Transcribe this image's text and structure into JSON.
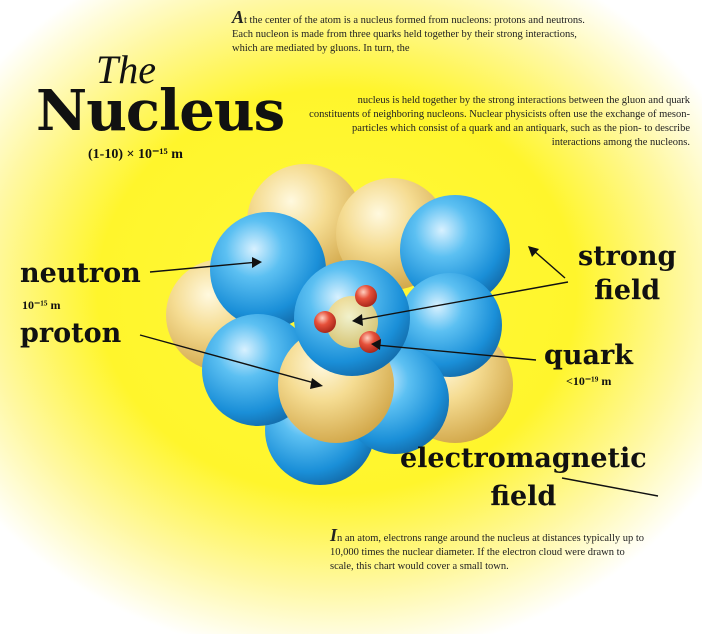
{
  "title": {
    "the": "The",
    "main": "Nucleus",
    "size": "(1-10) × 10⁻¹⁵ m"
  },
  "intro": {
    "dropcap": "A",
    "text_1": "t the center of the atom is a nucleus formed from nucleons: protons and neutrons. Each nucleon is made from three quarks held together by their strong interactions, which are mediated by gluons. In turn, the",
    "text_2": "nucleus is held together by the strong interactions between the gluon and quark constituents of neighboring nucleons. Nuclear physicists often use the exchange of meson-particles which consist of a quark and an antiquark, such as the pion- to describe interactions among the nucleons."
  },
  "labels": {
    "neutron": "neutron",
    "neutron_size": "10⁻¹⁵ m",
    "proton": "proton",
    "strong_1": "strong",
    "strong_2": "field",
    "quark": "quark",
    "quark_size": "<10⁻¹⁹ m",
    "em_1": "electromagnetic",
    "em_2": "field"
  },
  "outro": {
    "dropcap": "I",
    "text": "n an atom, electrons range around the nucleus at distances typically up to 10,000 times the nuclear diameter. If the electron cloud were drawn to scale, this chart would cover a small town."
  },
  "colors": {
    "background": "#fff52c",
    "neutron": "#2ea6e8",
    "proton": "#f2d27a",
    "quark": "#d93a2a",
    "text": "#111111"
  }
}
